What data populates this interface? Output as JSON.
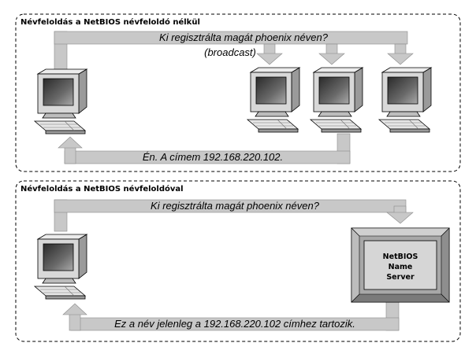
{
  "panels": [
    {
      "title": "Névfeloldás a NetBIOS névfeloldó nélkül",
      "query": "Ki regisztrálta magát phoenix néven?",
      "query_note": "(broadcast)",
      "reply": "Én. A címem 192.168.220.102."
    },
    {
      "title": "Névfeloldás a NetBIOS névfeloldóval",
      "query": "Ki regisztrálta magát phoenix néven?",
      "reply": "Ez a név jelenleg a 192.168.220.102 címhez tartozik.",
      "server_label": [
        "NetBIOS",
        "Name",
        "Server"
      ]
    }
  ],
  "icons": {
    "computer": "desktop-computer-icon",
    "server": "name-server-box-icon"
  },
  "colors": {
    "arrow": "#c8c8c8",
    "monitor_face": "#d8d8d8",
    "screen": "#555555",
    "server_face": "#c9c9c9",
    "border": "#000000"
  }
}
